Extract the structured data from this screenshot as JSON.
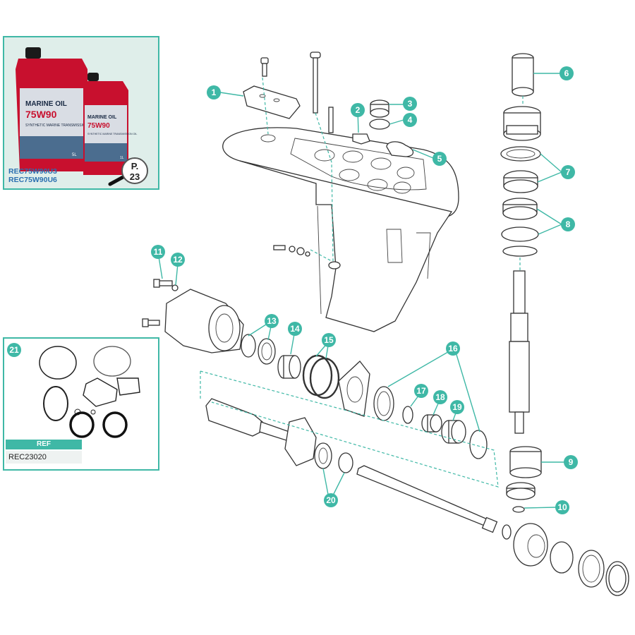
{
  "oil_panel": {
    "codes": [
      "REC75W90U3",
      "REC75W90U6"
    ],
    "page_badge": "P.\n23",
    "bottle_large": {
      "title": "MARINE OIL",
      "grade": "75W90",
      "subtitle": "SYNTHETIC MARINE TRANSMISSION OIL",
      "volume": "5L"
    },
    "bottle_small": {
      "title": "MARINE OIL",
      "grade": "75W90",
      "subtitle": "SYNTHETIC MARINE TRANSMISSION OIL",
      "volume": "1L"
    }
  },
  "kit_panel": {
    "number": "21",
    "ref_header": "REF",
    "ref_code": "REC23020"
  },
  "callouts": [
    "1",
    "2",
    "3",
    "4",
    "5",
    "6",
    "7",
    "8",
    "9",
    "10",
    "11",
    "12",
    "13",
    "14",
    "15",
    "16",
    "17",
    "18",
    "19",
    "20"
  ],
  "colors": {
    "accent": "#3fb8a6",
    "bottle_red": "#c8102e",
    "line": "#333333",
    "code_blue": "#2a6fb0"
  }
}
